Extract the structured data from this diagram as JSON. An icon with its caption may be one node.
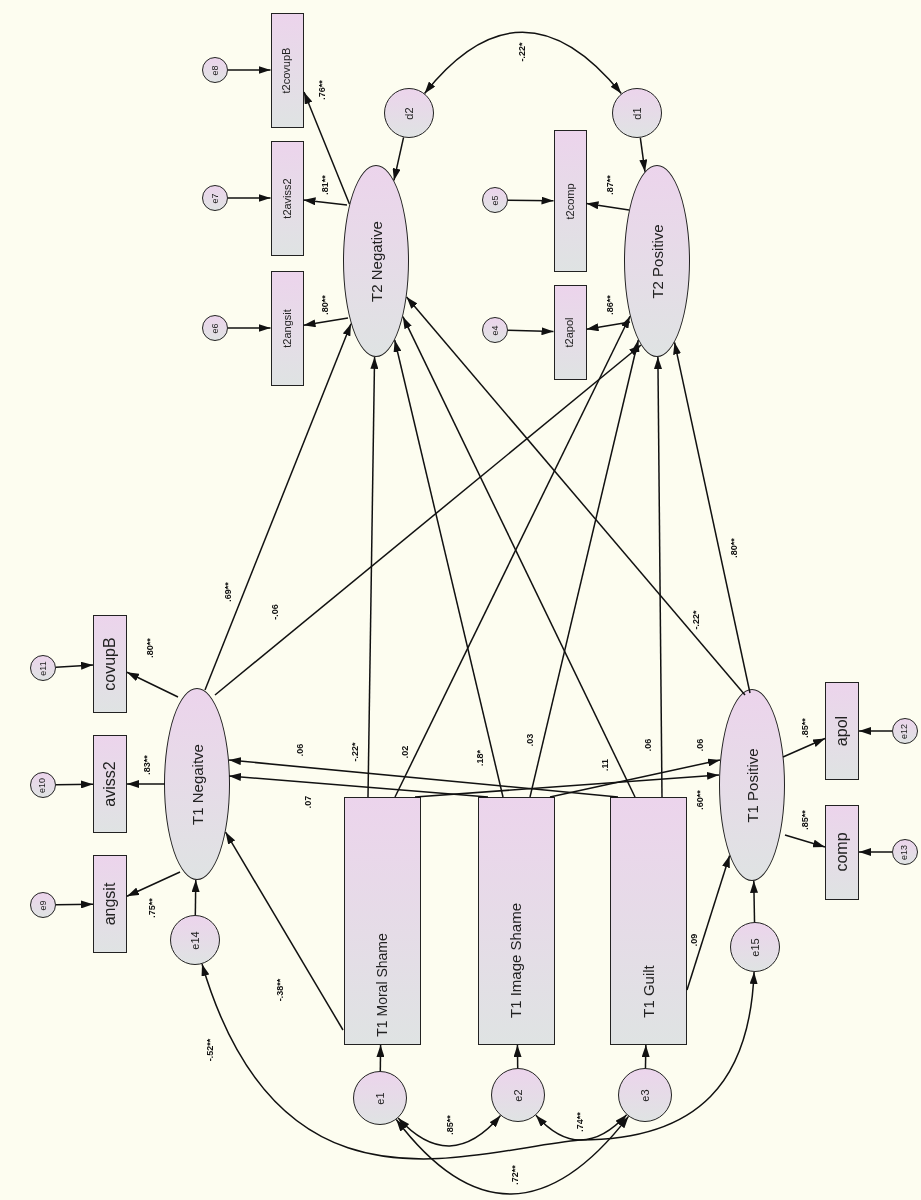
{
  "diagram": {
    "nodes": [
      {
        "text": [
          "e8"
        ]
      },
      {
        "text": [
          "t2covupB"
        ]
      },
      {
        "text": [
          "e7"
        ]
      },
      {
        "text": [
          "t2aviss2"
        ]
      },
      {
        "text": [
          "e6"
        ]
      },
      {
        "text": [
          "t2angsit"
        ]
      },
      {
        "text": [
          "d2"
        ]
      },
      {
        "text": [
          "T2 Negative"
        ]
      },
      {
        "text": [
          "d1"
        ]
      },
      {
        "text": [
          "e5"
        ]
      },
      {
        "text": [
          "t2comp"
        ]
      },
      {
        "text": [
          "e4"
        ]
      },
      {
        "text": [
          "t2apol"
        ]
      },
      {
        "text": [
          "T2 Positive"
        ]
      },
      {
        "text": [
          "e11"
        ]
      },
      {
        "text": [
          "covupB"
        ]
      },
      {
        "text": [
          "e10"
        ]
      },
      {
        "text": [
          "aviss2"
        ]
      },
      {
        "text": [
          "e9"
        ]
      },
      {
        "text": [
          "angsit"
        ]
      },
      {
        "text": [
          "T1 Negaitve"
        ]
      },
      {
        "text": [
          "e14"
        ]
      },
      {
        "text": [
          "T1 Moral Shame"
        ]
      },
      {
        "text": [
          "T1 Image Shame"
        ]
      },
      {
        "text": [
          "T1 Guilt"
        ]
      },
      {
        "text": [
          "T1 Positive"
        ]
      },
      {
        "text": [
          "apol"
        ]
      },
      {
        "text": [
          "e12"
        ]
      },
      {
        "text": [
          "comp"
        ]
      },
      {
        "text": [
          "e13"
        ]
      },
      {
        "text": [
          "e15"
        ]
      },
      {
        "text": [
          "e1"
        ]
      },
      {
        "text": [
          "e2"
        ]
      },
      {
        "text": [
          "e3"
        ]
      }
    ],
    "edges": [
      {
        "from": 0,
        "to": 1,
        "arrow": "to"
      },
      {
        "from": 7,
        "to": 1,
        "arrow": "to",
        "label": ".76**"
      },
      {
        "from": 2,
        "to": 3,
        "arrow": "to"
      },
      {
        "from": 7,
        "to": 3,
        "arrow": "to",
        "label": ".81**"
      },
      {
        "from": 4,
        "to": 5,
        "arrow": "to"
      },
      {
        "from": 7,
        "to": 5,
        "arrow": "to",
        "label": ".80**"
      },
      {
        "from": 6,
        "to": 7,
        "arrow": "to"
      },
      {
        "from": 8,
        "to": 13,
        "arrow": "to"
      },
      {
        "from": 6,
        "to": 8,
        "arrow": "both",
        "label": "-.22*"
      },
      {
        "from": 9,
        "to": 10,
        "arrow": "to"
      },
      {
        "from": 13,
        "to": 10,
        "arrow": "to",
        "label": ".87**"
      },
      {
        "from": 11,
        "to": 12,
        "arrow": "to"
      },
      {
        "from": 13,
        "to": 12,
        "arrow": "to",
        "label": ".86**"
      },
      {
        "from": 14,
        "to": 15,
        "arrow": "to"
      },
      {
        "from": 20,
        "to": 15,
        "arrow": "to",
        "label": ".80**"
      },
      {
        "from": 16,
        "to": 17,
        "arrow": "to"
      },
      {
        "from": 20,
        "to": 17,
        "arrow": "to",
        "label": ".83**"
      },
      {
        "from": 18,
        "to": 19,
        "arrow": "to"
      },
      {
        "from": 20,
        "to": 19,
        "arrow": "to",
        "label": ".75**"
      },
      {
        "from": 21,
        "to": 20,
        "arrow": "to"
      },
      {
        "from": 20,
        "to": 7,
        "arrow": "to",
        "label": ".69**"
      },
      {
        "from": 20,
        "to": 13,
        "arrow": "to",
        "label": "-.06"
      },
      {
        "from": 22,
        "to": 7,
        "arrow": "to",
        "label": "-.22*"
      },
      {
        "from": 22,
        "to": 13,
        "arrow": "to",
        "label": ".02"
      },
      {
        "from": 23,
        "to": 7,
        "arrow": "to",
        "label": ".18*"
      },
      {
        "from": 23,
        "to": 13,
        "arrow": "to",
        "label": ".03"
      },
      {
        "from": 24,
        "to": 7,
        "arrow": "to",
        "label": ".11"
      },
      {
        "from": 24,
        "to": 13,
        "arrow": "to",
        "label": ".06"
      },
      {
        "from": 25,
        "to": 7,
        "arrow": "to",
        "label": "-.22*"
      },
      {
        "from": 25,
        "to": 13,
        "arrow": "to",
        "label": ".80**"
      },
      {
        "from": 22,
        "to": 20,
        "arrow": "to",
        "label": "-.38**"
      },
      {
        "from": 23,
        "to": 20,
        "arrow": "to",
        "label": ".07"
      },
      {
        "from": 24,
        "to": 20,
        "arrow": "to",
        "label": ".06"
      },
      {
        "from": 22,
        "to": 25,
        "arrow": "to",
        "label": ".60**"
      },
      {
        "from": 23,
        "to": 25,
        "arrow": "to",
        "label": ".06"
      },
      {
        "from": 24,
        "to": 25,
        "arrow": "to",
        "label": ".09"
      },
      {
        "from": 25,
        "to": 26,
        "arrow": "to",
        "label": ".85**"
      },
      {
        "from": 25,
        "to": 28,
        "arrow": "to",
        "label": ".85**"
      },
      {
        "from": 27,
        "to": 26,
        "arrow": "to"
      },
      {
        "from": 29,
        "to": 28,
        "arrow": "to"
      },
      {
        "from": 30,
        "to": 25,
        "arrow": "to"
      },
      {
        "from": 31,
        "to": 22,
        "arrow": "to"
      },
      {
        "from": 32,
        "to": 23,
        "arrow": "to"
      },
      {
        "from": 33,
        "to": 24,
        "arrow": "to"
      },
      {
        "from": 21,
        "to": 30,
        "arrow": "both",
        "label": "-.52**"
      },
      {
        "from": 31,
        "to": 32,
        "arrow": "both",
        "label": ".85**"
      },
      {
        "from": 32,
        "to": 33,
        "arrow": "both",
        "label": ".74**"
      },
      {
        "from": 31,
        "to": 33,
        "arrow": "both",
        "label": ".72**"
      }
    ]
  }
}
